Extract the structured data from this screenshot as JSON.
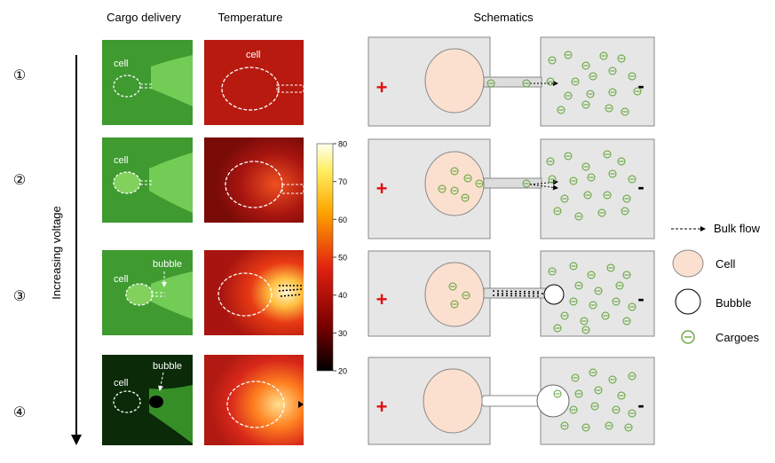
{
  "headers": {
    "cargo": "Cargo delivery",
    "temperature": "Temperature",
    "schematics": "Schematics"
  },
  "rows": [
    {
      "step": "①",
      "cargo_label": "cell",
      "temp_label": "cell"
    },
    {
      "step": "②",
      "cargo_label": "cell"
    },
    {
      "step": "③",
      "cargo_label": "cell",
      "bubble_label": "bubble"
    },
    {
      "step": "④",
      "cargo_label": "cell",
      "bubble_label": "bubble"
    }
  ],
  "voltage_label": "Increasing voltage",
  "colorbar": {
    "ticks": [
      "80",
      "70",
      "60",
      "50",
      "40",
      "30",
      "20"
    ],
    "min": 20,
    "max": 80
  },
  "electrodes": {
    "positive": "+",
    "negative": "-"
  },
  "legend": [
    {
      "key": "bulk-flow",
      "label": "Bulk flow"
    },
    {
      "key": "cell",
      "label": "Cell"
    },
    {
      "key": "bubble",
      "label": "Bubble"
    },
    {
      "key": "cargoes",
      "label": "Cargoes"
    }
  ],
  "colors": {
    "green_image": "#3e9a2e",
    "heat_image": "#b81a10",
    "cell_fill": "#fbe0cf",
    "panel_fill": "#e6e6e6",
    "cargo_green": "#5aa02c",
    "plus_red": "#e01010"
  }
}
